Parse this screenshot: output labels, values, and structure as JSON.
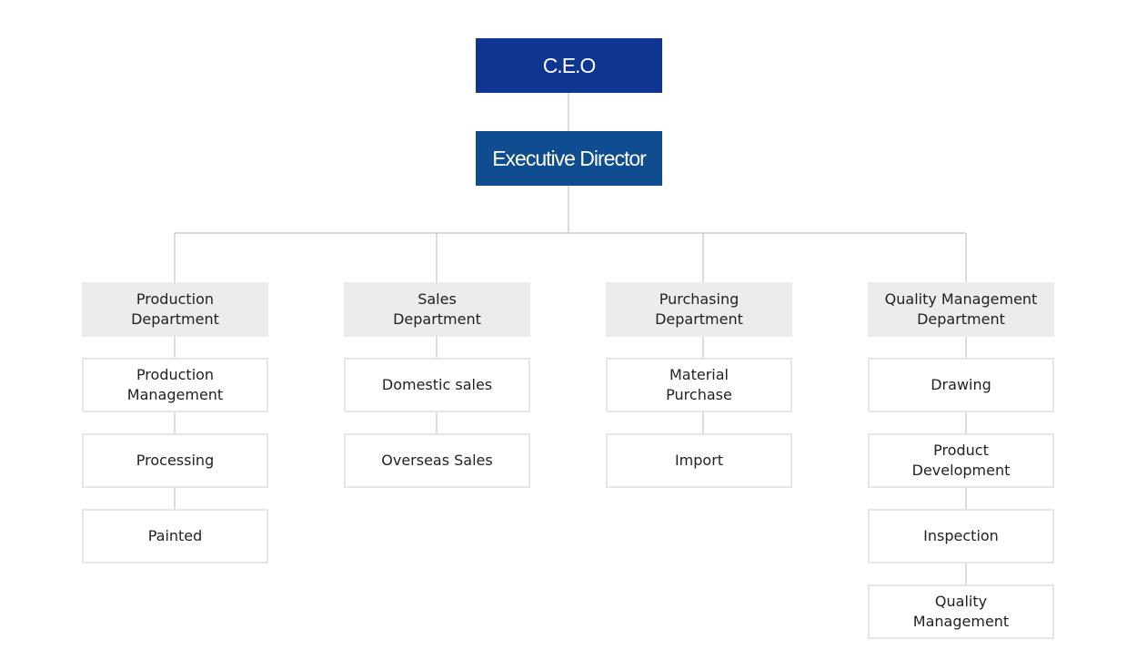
{
  "org_chart": {
    "ceo": "C.E.O",
    "executive": "Executive Director",
    "departments": [
      {
        "name": "Production\nDepartment",
        "units": [
          "Production\nManagement",
          "Processing",
          "Painted"
        ]
      },
      {
        "name": "Sales\nDepartment",
        "units": [
          "Domestic sales",
          "Overseas Sales"
        ]
      },
      {
        "name": "Purchasing\nDepartment",
        "units": [
          "Material\nPurchase",
          "Import"
        ]
      },
      {
        "name": "Quality Management\nDepartment",
        "units": [
          "Drawing",
          "Product\nDevelopment",
          "Inspection",
          "Quality\nManagement"
        ]
      }
    ]
  },
  "colors": {
    "ceo_fill": "#0e3592",
    "executive_fill": "#0f4d90",
    "department_fill": "#ececec",
    "unit_border": "#e6e6e6",
    "connector": "#c4c4c4"
  }
}
